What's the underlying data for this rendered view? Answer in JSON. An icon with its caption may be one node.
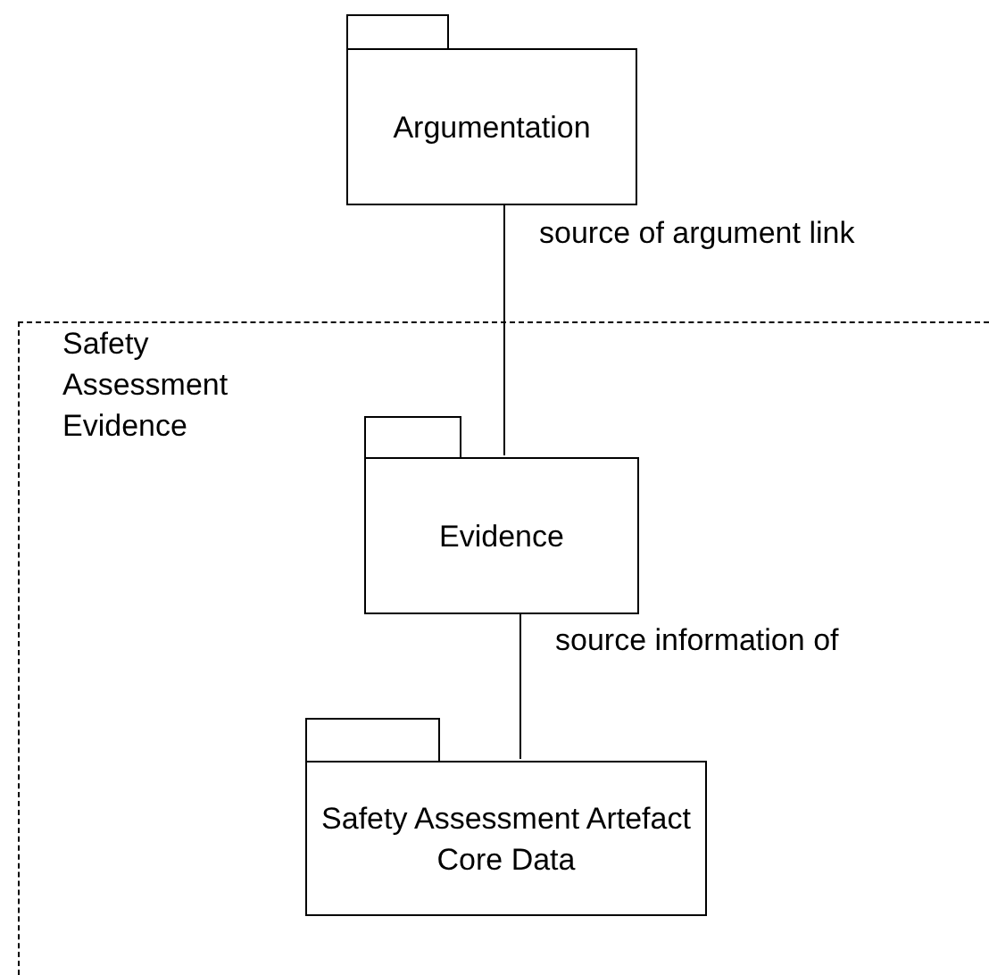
{
  "diagram": {
    "nodes": [
      {
        "text": [
          "Argumentation"
        ]
      },
      {
        "text": [
          "Safety Assessment Evidence"
        ]
      },
      {
        "text": [
          "Evidence"
        ],
        "in": 1
      },
      {
        "text": [
          "Safety Assessment Artefact Core Data"
        ],
        "in": 1
      }
    ],
    "edges": [
      {
        "from": 0,
        "to": 2,
        "arrow": "none",
        "label": "source of argument link"
      },
      {
        "from": 2,
        "to": 3,
        "arrow": "none",
        "label": "source information of"
      }
    ]
  }
}
